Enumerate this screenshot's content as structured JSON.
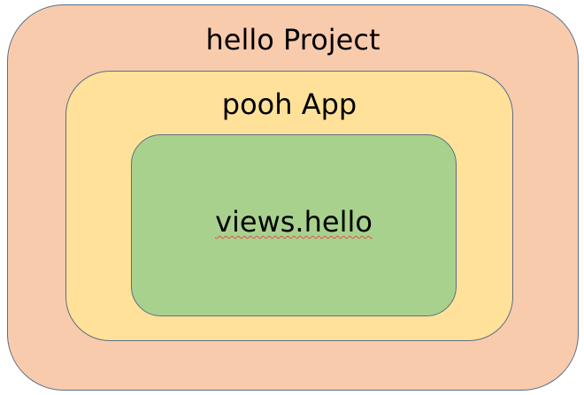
{
  "diagram": {
    "outer": {
      "label": "hello Project",
      "fill": "#f8cbad"
    },
    "middle": {
      "label": "pooh App",
      "fill": "#ffe199"
    },
    "inner": {
      "label": "views.hello",
      "fill": "#a9d18e"
    },
    "border_color": "#5b6f86",
    "spellcheck_underline_color": "#d9534f"
  }
}
